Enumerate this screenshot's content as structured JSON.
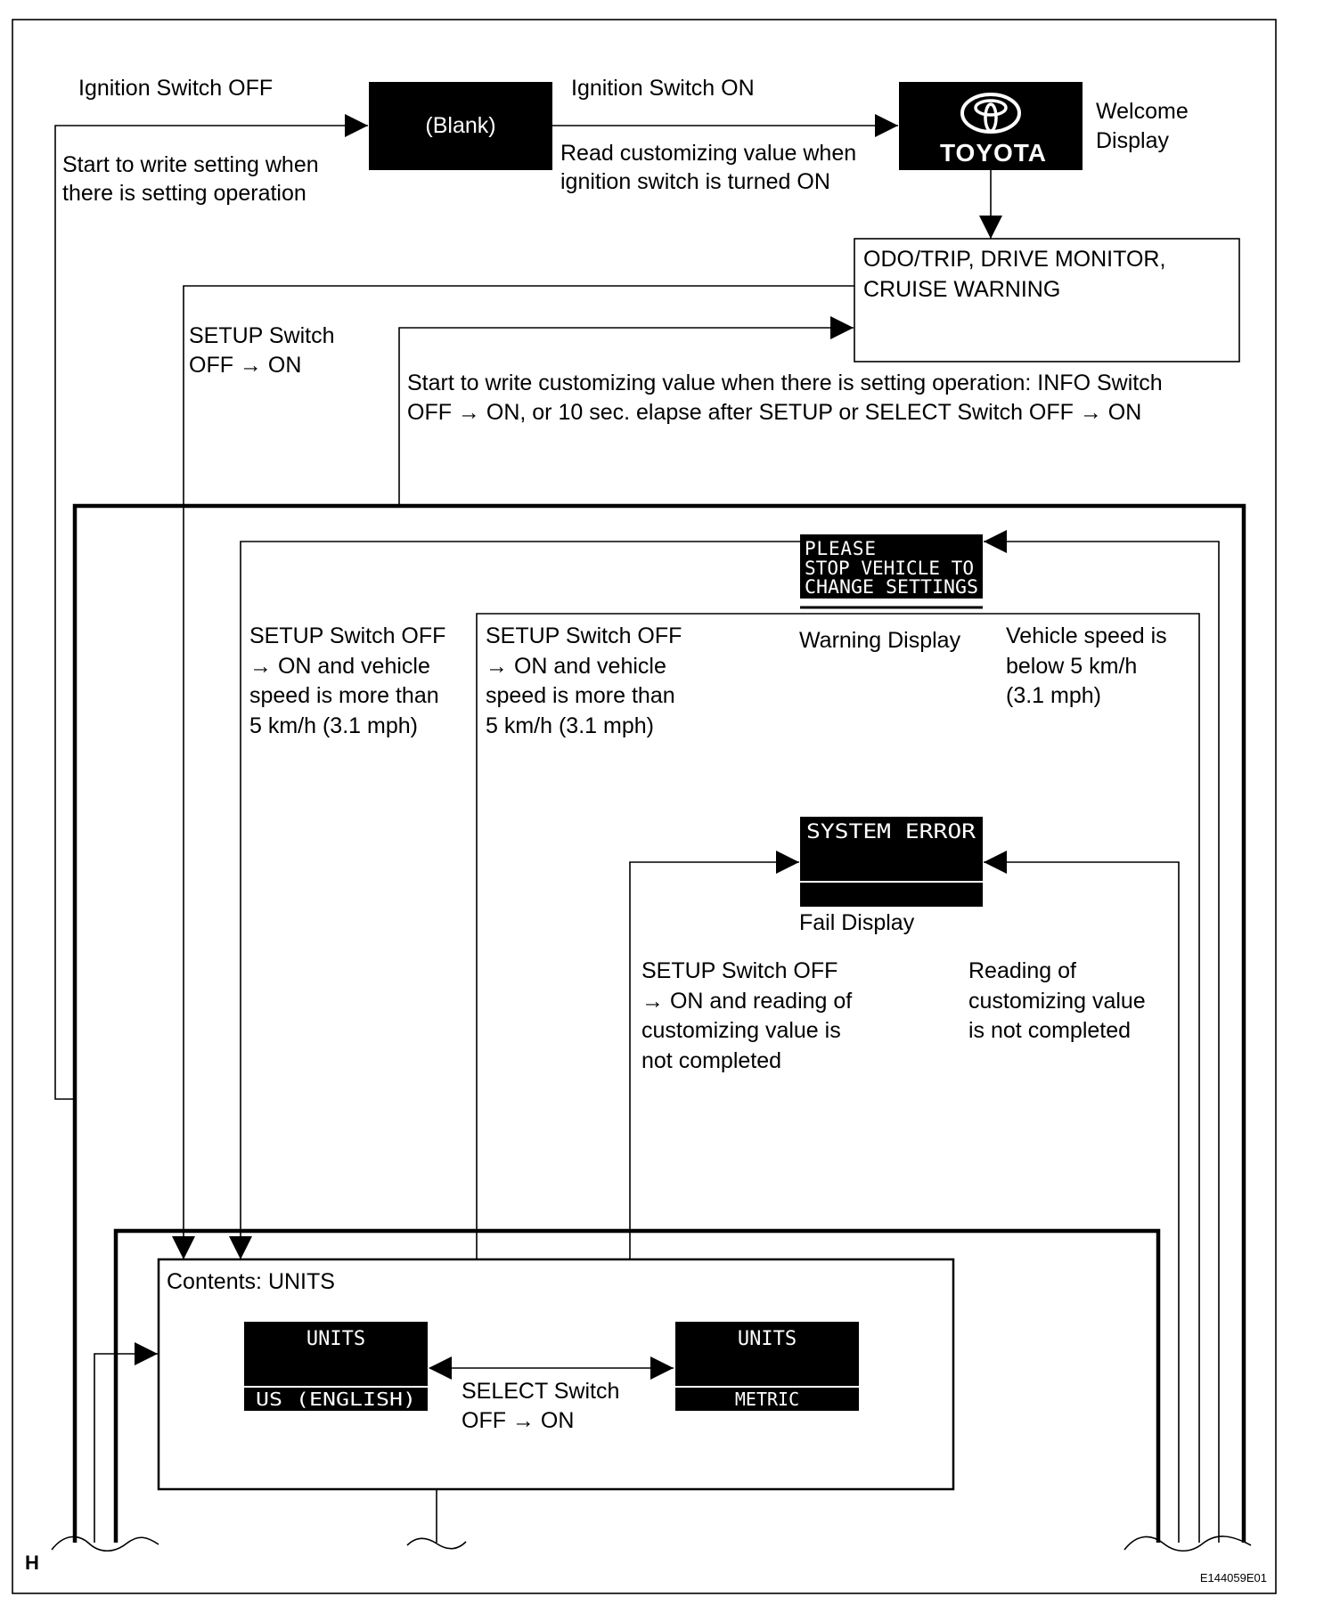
{
  "diagram": {
    "blank_screen": {
      "label": "(Blank)"
    },
    "welcome_screen": {
      "brand": "TOYOTA",
      "caption_line1": "Welcome",
      "caption_line2": "Display"
    },
    "main_box": {
      "line1": "ODO/TRIP, DRIVE MONITOR,",
      "line2": "CRUISE WARNING"
    },
    "warning_screen": {
      "line1": "PLEASE",
      "line2": "STOP VEHICLE TO",
      "line3": "CHANGE SETTINGS",
      "caption": "Warning Display"
    },
    "fail_screen": {
      "text": "SYSTEM ERROR",
      "caption": "Fail Display"
    },
    "contents_box": {
      "title": "Contents: UNITS",
      "option_left": {
        "title": "UNITS",
        "value": "US (ENGLISH)"
      },
      "option_right": {
        "title": "UNITS",
        "value": "METRIC"
      },
      "select_label_line1": "SELECT Switch",
      "select_label_line2": "OFF → ON"
    },
    "labels": {
      "ign_off": "Ignition Switch OFF",
      "ign_on": "Ignition Switch ON",
      "write_setting_line1": "Start to write setting when",
      "write_setting_line2": "there is setting operation",
      "read_value_line1": "Read customizing value when",
      "read_value_line2": "ignition switch is turned ON",
      "setup_on_line1": "SETUP Switch",
      "setup_on_line2": "OFF → ON",
      "write_custom_line1": "Start to write customizing value when there is setting operation: INFO Switch",
      "write_custom_line2": "OFF → ON, or 10 sec. elapse after SETUP or SELECT Switch OFF → ON",
      "speed_a_line1": "SETUP Switch OFF",
      "speed_a_line2": "→ ON and vehicle",
      "speed_a_line3": "speed is more than",
      "speed_a_line4": "5 km/h (3.1 mph)",
      "speed_b_line1": "SETUP Switch OFF",
      "speed_b_line2": "→ ON and vehicle",
      "speed_b_line3": "speed is more than",
      "speed_b_line4": "5 km/h (3.1 mph)",
      "below_line1": "Vehicle speed is",
      "below_line2": "below 5 km/h",
      "below_line3": "(3.1 mph)",
      "reading_nc_line1": "SETUP Switch OFF",
      "reading_nc_line2": "→ ON and reading of",
      "reading_nc_line3": "customizing value is",
      "reading_nc_line4": "not completed",
      "reading_value_line1": "Reading of",
      "reading_value_line2": "customizing value",
      "reading_value_line3": "is not completed"
    },
    "corner_mark": "H",
    "figure_code": "E144059E01"
  }
}
